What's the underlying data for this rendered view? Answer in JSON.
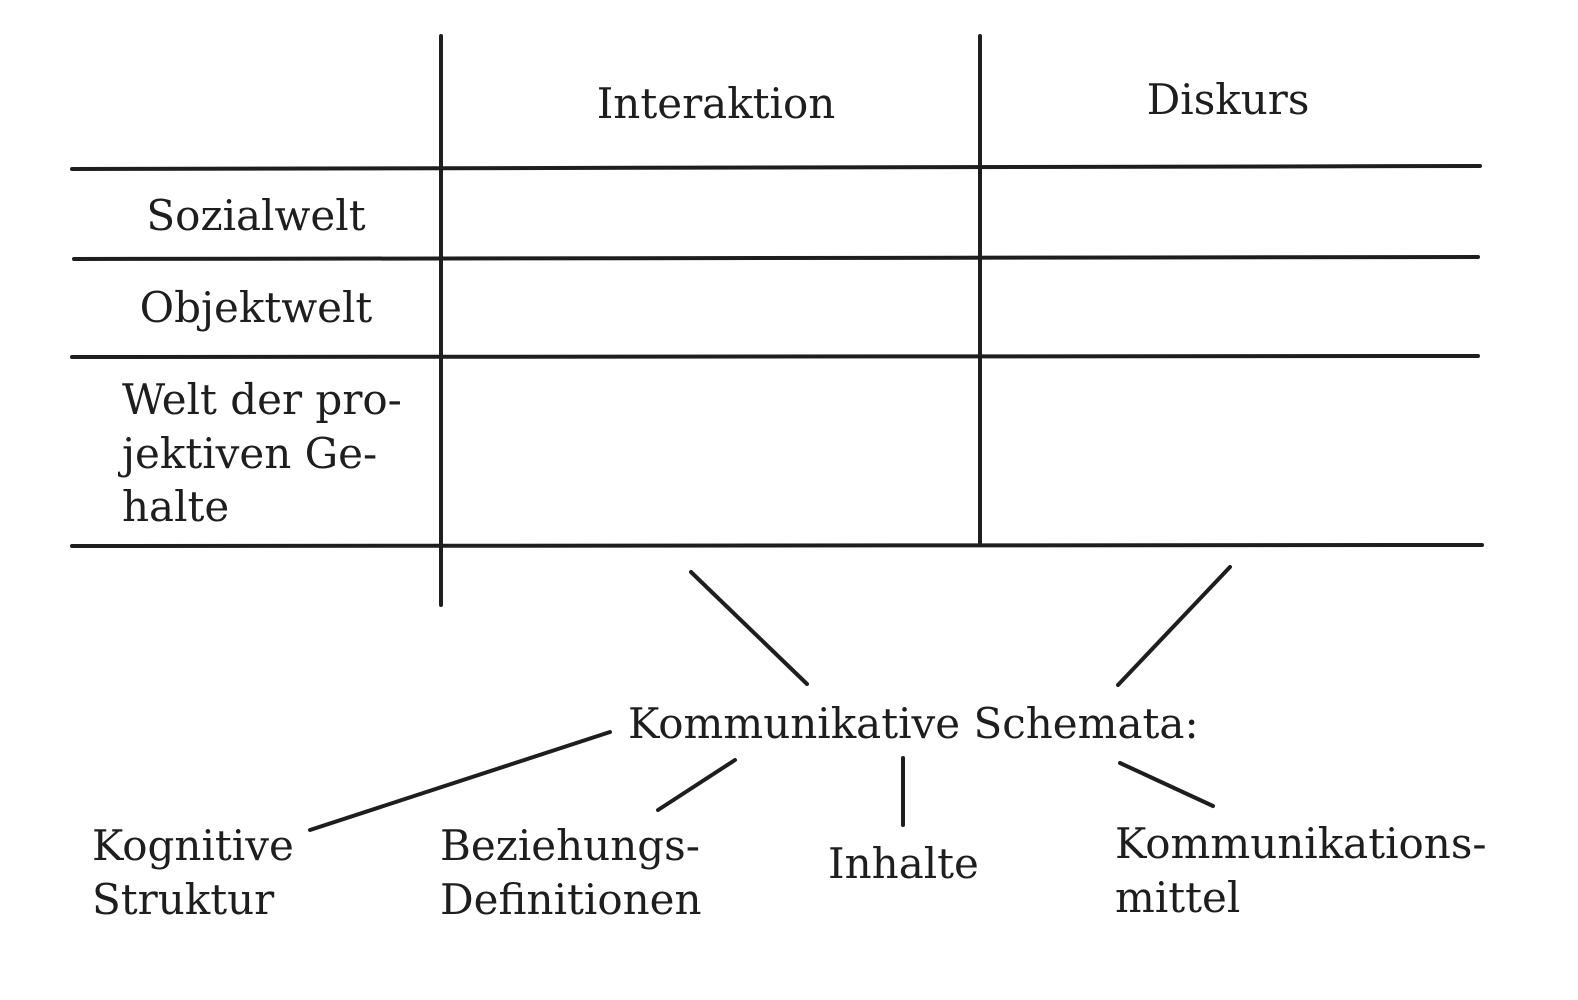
{
  "table": {
    "columns": [
      "Interaktion",
      "Diskurs"
    ],
    "rows": [
      {
        "lines": [
          "Sozialwelt"
        ]
      },
      {
        "lines": [
          "Objektwelt"
        ]
      },
      {
        "lines": [
          "Welt der pro-",
          "jektiven Ge-",
          "halte"
        ]
      }
    ]
  },
  "schemata": {
    "title": "Kommunikative Schemata:",
    "items": [
      {
        "lines": [
          "Kognitive",
          "Struktur"
        ]
      },
      {
        "lines": [
          "Beziehungs-",
          "Definitionen"
        ]
      },
      {
        "lines": [
          "Inhalte"
        ]
      },
      {
        "lines": [
          "Kommunikations-",
          "mittel"
        ]
      }
    ]
  }
}
